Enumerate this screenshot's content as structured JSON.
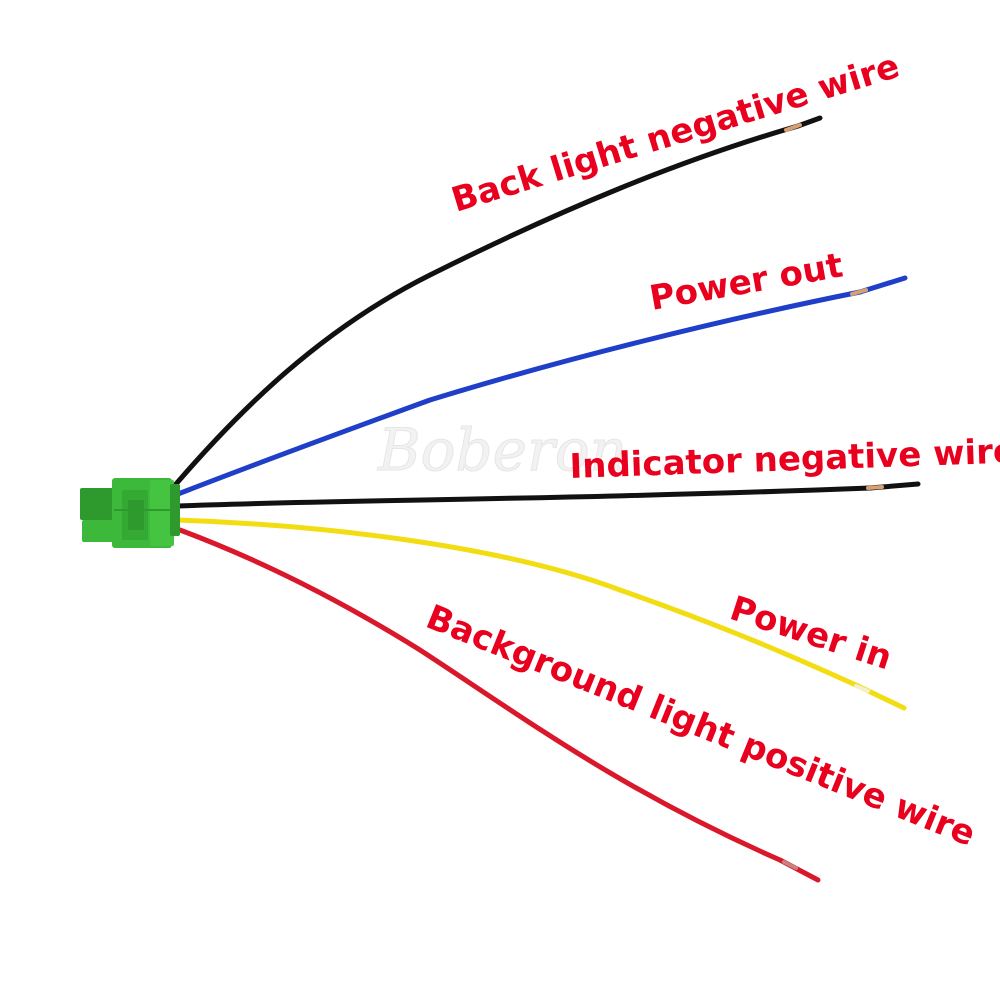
{
  "watermark": "Boberon",
  "colors": {
    "label": "#e8001e",
    "connector": "#3cb83a",
    "connector_dark": "#2e9a2e",
    "wire_black": "#111111",
    "wire_blue": "#1f3fc8",
    "wire_yellow": "#f2dc12",
    "wire_red": "#d9182c",
    "copper_tip": "#d8a070"
  },
  "wires": [
    {
      "id": "back-light-negative",
      "color": "black",
      "label": "Back light negative wire"
    },
    {
      "id": "power-out",
      "color": "blue",
      "label": "Power out"
    },
    {
      "id": "indicator-negative",
      "color": "black",
      "label": "Indicator negative wire"
    },
    {
      "id": "power-in",
      "color": "yellow",
      "label": "Power in"
    },
    {
      "id": "background-light-positive",
      "color": "red",
      "label": "Background light positive wire"
    }
  ]
}
